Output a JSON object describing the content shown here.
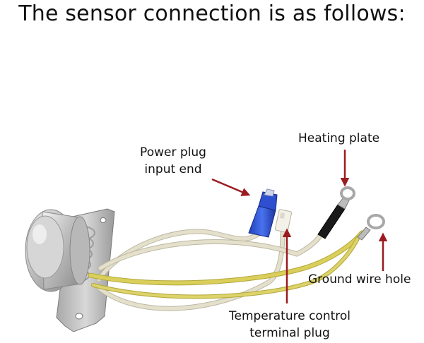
{
  "title": "The sensor connection is as follows:",
  "labels": {
    "power_plug_line1": "Power plug",
    "power_plug_line2": "input end",
    "heating_plate": "Heating plate",
    "ground_wire_hole": "Ground wire hole",
    "temperature_control_line1": "Temperature control",
    "temperature_control_line2": "terminal plug"
  },
  "colors": {
    "arrow": "#9b1b20",
    "yellow_wire": "#d9cf5a",
    "white_wire": "#e4e0cc",
    "blue_connector": "#2e4fcf",
    "metal": "#c9c9c9"
  }
}
